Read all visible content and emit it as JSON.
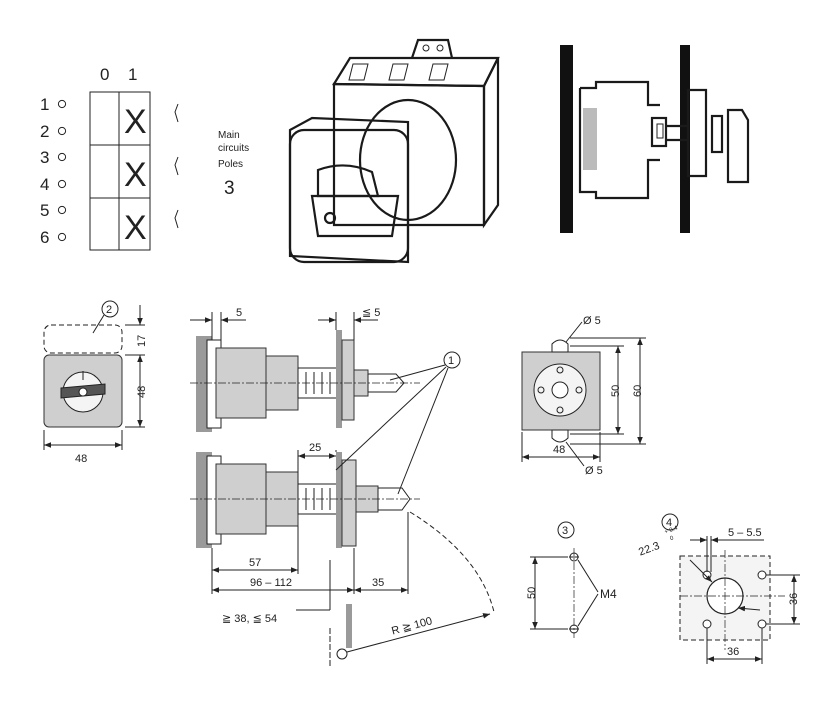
{
  "switch_table": {
    "header_0": "0",
    "header_1": "1",
    "terminals": [
      "1",
      "2",
      "3",
      "4",
      "5",
      "6"
    ],
    "contact_mark": "X"
  },
  "circuit_info": {
    "line1": "Main",
    "line2": "circuits",
    "line3": "Poles",
    "poles": "3"
  },
  "front_view": {
    "callout": "2",
    "width": "48",
    "height": "48",
    "top_clearance": "17"
  },
  "side_views": {
    "callout": "1",
    "dim_5": "5",
    "dim_max5": "≦ 5",
    "dim_25": "25",
    "dim_57": "57",
    "dim_96_112": "96 – 112",
    "dim_35": "35",
    "dim_min38_max54": "≧ 38,  ≦ 54",
    "radius": "R ≧ 100"
  },
  "rear_view": {
    "hole_top": "Ø 5",
    "hole_bottom": "Ø 5",
    "dim_50": "50",
    "dim_60": "60",
    "dim_48": "48"
  },
  "drill_m4": {
    "callout": "3",
    "dim_50": "50",
    "thread": "M4"
  },
  "cutout": {
    "callout": "4",
    "diameter": "22.3",
    "tol_upper": "+ 0.4",
    "tol_lower": "0",
    "dim_5_55": "5 – 5.5",
    "dim_36_v": "36",
    "dim_36_h": "36"
  }
}
